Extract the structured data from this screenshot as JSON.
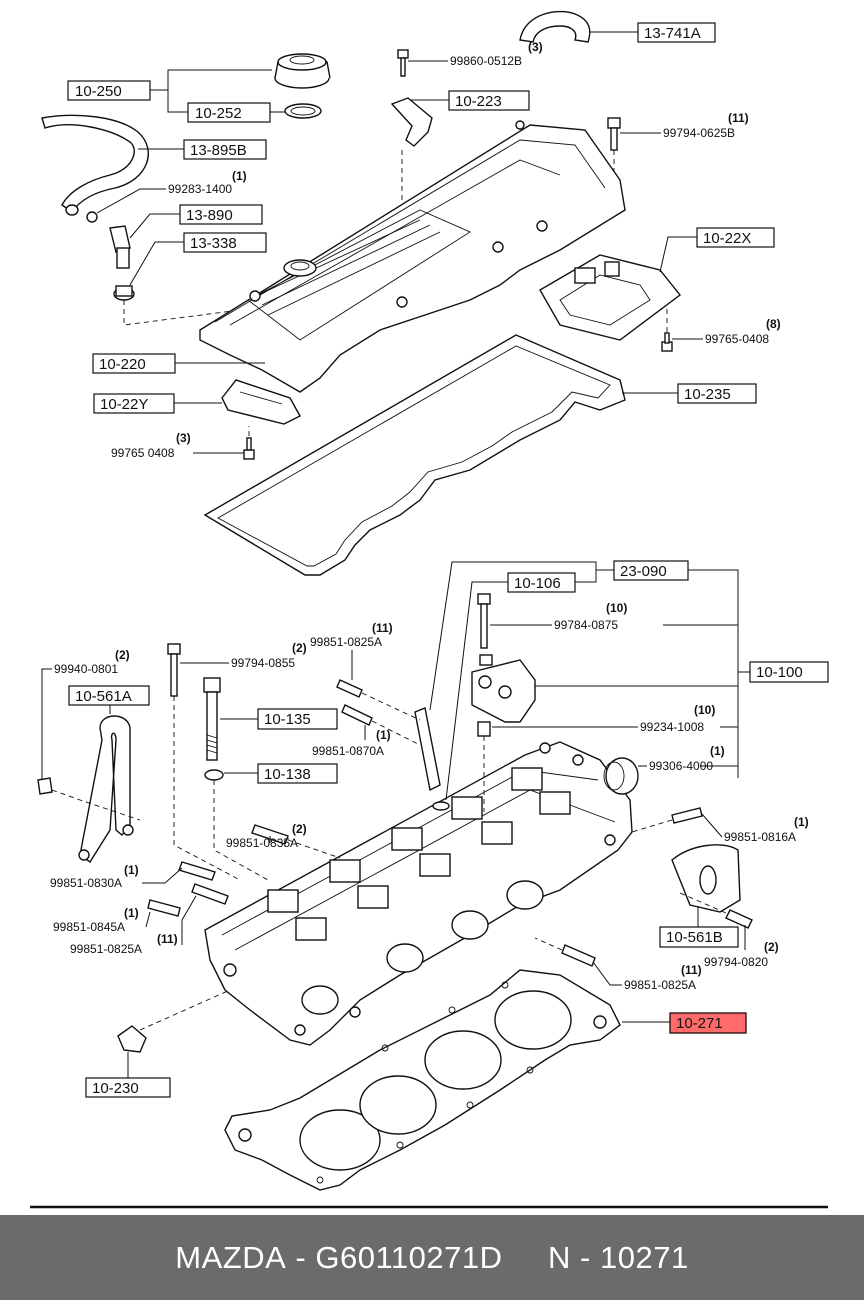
{
  "footer": {
    "brand": "MAZDA",
    "sep1": " - ",
    "part_no": "G60110271D",
    "gap": "     ",
    "n_label": "N",
    "sep2": " - ",
    "n_no": "10271"
  },
  "callouts": {
    "c13741A": "13-741A",
    "c10250": "10-250",
    "c10252": "10-252",
    "c10223": "10-223",
    "c13895B": "13-895B",
    "c13890": "13-890",
    "c13338": "13-338",
    "c1022X": "10-22X",
    "c10220": "10-220",
    "c10235": "10-235",
    "c1022Y": "10-22Y",
    "c23090": "23-090",
    "c10106": "10-106",
    "c10100": "10-100",
    "c10561A": "10-561A",
    "c10135": "10-135",
    "c10138": "10-138",
    "c10561B": "10-561B",
    "c10271": "10-271",
    "c10230": "10-230"
  },
  "parts": {
    "p998600512B": "99860-0512B",
    "p997940625B": "99794-0625B",
    "p992831400": "99283-1400",
    "p997650408a": "99765-0408",
    "p997650408b": "99765 0408",
    "p998510825A_1": "99851-0825A",
    "p997840875": "99784-0875",
    "p999400801": "99940-0801",
    "p997940855": "99794-0855",
    "p998510870A": "99851-0870A",
    "p992341008": "99234-1008",
    "p993064000": "99306-4000",
    "p998510835A": "99851-0835A",
    "p998510816A": "99851-0816A",
    "p998510830A": "99851-0830A",
    "p998510845A": "99851-0845A",
    "p998510825A_2": "99851-0825A",
    "p997940820": "99794-0820",
    "p998510825A_3": "99851-0825A"
  },
  "qty": {
    "q3a": "(3)",
    "q11a": "(11)",
    "q1a": "(1)",
    "q8": "(8)",
    "q3b": "(3)",
    "q11b": "(11)",
    "q10a": "(10)",
    "q2a": "(2)",
    "q2b": "(2)",
    "q1b": "(1)",
    "q10b": "(10)",
    "q1c": "(1)",
    "q2c": "(2)",
    "q1d": "(1)",
    "q1e": "(1)",
    "q1f": "(1)",
    "q11c": "(11)",
    "q2d": "(2)",
    "q11d": "(11)"
  },
  "colors": {
    "highlight": "#ff6b6b",
    "footer_bg": "#6b6b6b"
  }
}
